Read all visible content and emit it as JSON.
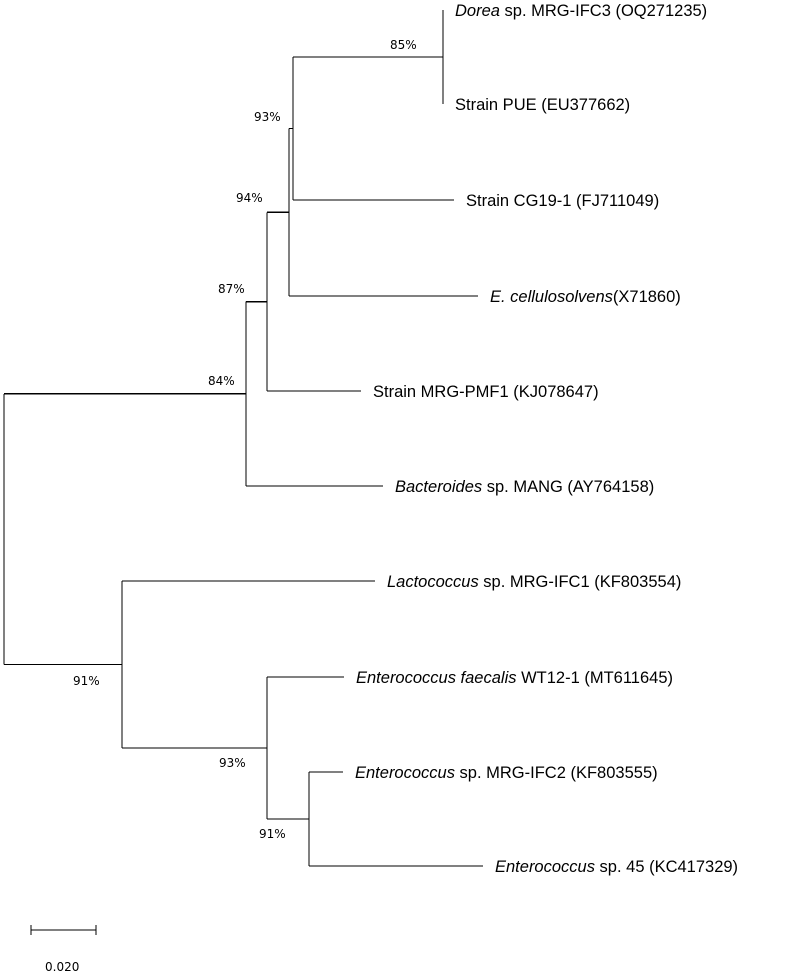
{
  "tree": {
    "tips": [
      {
        "id": "t1",
        "parts": [
          {
            "text": "Dorea",
            "italic": true
          },
          {
            "text": " sp. MRG-IFC3 (OQ271235)",
            "italic": false
          }
        ]
      },
      {
        "id": "t2",
        "parts": [
          {
            "text": "Strain PUE (EU377662)",
            "italic": false
          }
        ]
      },
      {
        "id": "t3",
        "parts": [
          {
            "text": "Strain CG19-1 (FJ711049)",
            "italic": false
          }
        ]
      },
      {
        "id": "t4",
        "parts": [
          {
            "text": "E. cellulosolvens",
            "italic": true
          },
          {
            "text": "(X71860)",
            "italic": false
          }
        ]
      },
      {
        "id": "t5",
        "parts": [
          {
            "text": "Strain MRG-PMF1 (KJ078647)",
            "italic": false
          }
        ]
      },
      {
        "id": "t6",
        "parts": [
          {
            "text": "Bacteroides",
            "italic": true
          },
          {
            "text": " sp. MANG (AY764158)",
            "italic": false
          }
        ]
      },
      {
        "id": "t7",
        "parts": [
          {
            "text": "Lactococcus",
            "italic": true
          },
          {
            "text": " sp. MRG-IFC1 (KF803554)",
            "italic": false
          }
        ]
      },
      {
        "id": "t8",
        "parts": [
          {
            "text": "Enterococcus faecalis",
            "italic": true
          },
          {
            "text": " WT12-1 (MT611645)",
            "italic": false
          }
        ]
      },
      {
        "id": "t9",
        "parts": [
          {
            "text": "Enterococcus",
            "italic": true
          },
          {
            "text": " sp. MRG-IFC2 (KF803555)",
            "italic": false
          }
        ]
      },
      {
        "id": "t10",
        "parts": [
          {
            "text": "Enterococcus",
            "italic": true
          },
          {
            "text": " sp. 45 (KC417329)",
            "italic": false
          }
        ]
      }
    ],
    "nodes": [
      {
        "id": "n_dorea_pue",
        "children": [
          "t1",
          "t2"
        ],
        "support": "85%"
      },
      {
        "id": "n_a",
        "children": [
          "n_dorea_pue",
          "t3"
        ],
        "support": "93%"
      },
      {
        "id": "n_b",
        "children": [
          "n_a",
          "t4"
        ],
        "support": "94%"
      },
      {
        "id": "n_c",
        "children": [
          "n_b",
          "t5"
        ],
        "support": "87%"
      },
      {
        "id": "n_d",
        "children": [
          "n_c",
          "t6"
        ],
        "support": "84%"
      },
      {
        "id": "n_ef_low",
        "children": [
          "t9",
          "t10"
        ],
        "support": "91%"
      },
      {
        "id": "n_ef",
        "children": [
          "t8",
          "n_ef_low"
        ],
        "support": "93%"
      },
      {
        "id": "n_lacto",
        "children": [
          "t7",
          "n_ef"
        ],
        "support": "91%"
      },
      {
        "id": "root",
        "children": [
          "n_d",
          "n_lacto"
        ],
        "support": ""
      }
    ]
  },
  "scale_bar": {
    "value": "0.020"
  }
}
